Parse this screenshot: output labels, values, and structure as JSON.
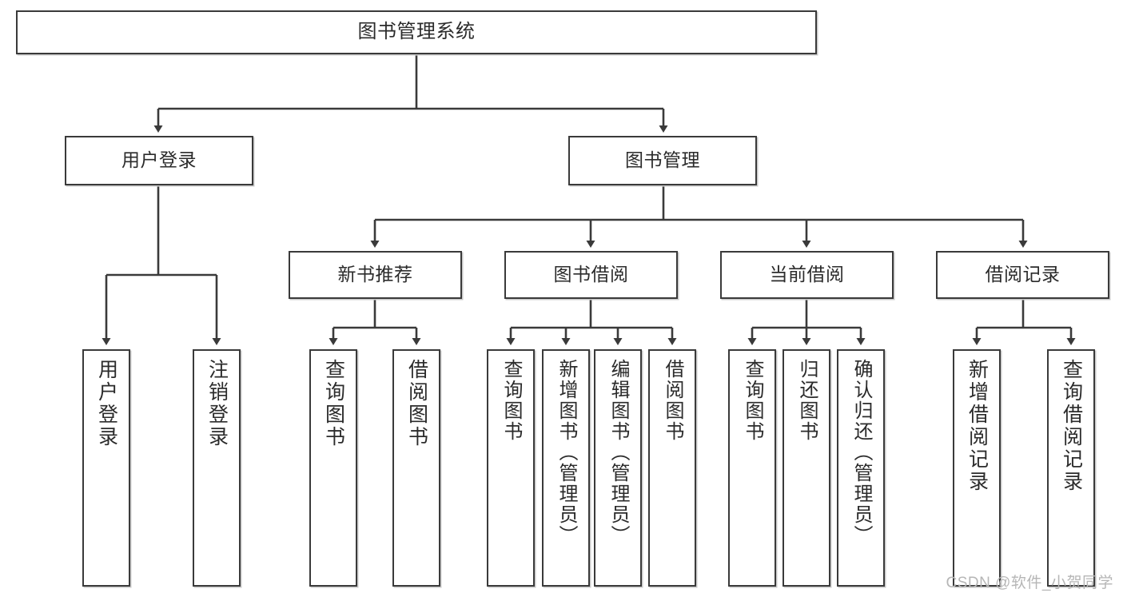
{
  "diagram": {
    "type": "tree",
    "title_node": "图书管理系统",
    "watermark": "CSDN @软件_小贺同学",
    "colors": {
      "box_border": "#3a3a3a",
      "box_fill": "#ffffff",
      "edge": "#3a3a3a",
      "text": "#2b2b2b",
      "shadow": "#c9c9c9",
      "watermark": "#b6b6b6"
    },
    "nodes": {
      "root": {
        "label": "图书管理系统",
        "orientation": "horizontal"
      },
      "level2": [
        {
          "id": "user-login",
          "label": "用户登录",
          "orientation": "horizontal"
        },
        {
          "id": "book-management",
          "label": "图书管理",
          "orientation": "horizontal"
        }
      ],
      "level3": [
        {
          "id": "new-book-recommend",
          "label": "新书推荐",
          "orientation": "horizontal"
        },
        {
          "id": "book-borrow",
          "label": "图书借阅",
          "orientation": "horizontal"
        },
        {
          "id": "current-borrow",
          "label": "当前借阅",
          "orientation": "horizontal"
        },
        {
          "id": "borrow-record",
          "label": "借阅记录",
          "orientation": "horizontal"
        }
      ],
      "leaves": [
        {
          "id": "leaf-user-login",
          "label": "用户登录",
          "parent": "user-login",
          "orientation": "vertical"
        },
        {
          "id": "leaf-logout",
          "label": "注销登录",
          "parent": "user-login",
          "orientation": "vertical"
        },
        {
          "id": "leaf-query-book-1",
          "label": "查询图书",
          "parent": "new-book-recommend",
          "orientation": "vertical"
        },
        {
          "id": "leaf-borrow-book-1",
          "label": "借阅图书",
          "parent": "new-book-recommend",
          "orientation": "vertical"
        },
        {
          "id": "leaf-query-book-2",
          "label": "查询图书",
          "parent": "book-borrow",
          "orientation": "vertical"
        },
        {
          "id": "leaf-add-book",
          "label": "新增图书（管理员）",
          "parent": "book-borrow",
          "orientation": "vertical"
        },
        {
          "id": "leaf-edit-book",
          "label": "编辑图书（管理员）",
          "parent": "book-borrow",
          "orientation": "vertical"
        },
        {
          "id": "leaf-borrow-book-2",
          "label": "借阅图书",
          "parent": "book-borrow",
          "orientation": "vertical"
        },
        {
          "id": "leaf-query-book-3",
          "label": "查询图书",
          "parent": "current-borrow",
          "orientation": "vertical"
        },
        {
          "id": "leaf-return-book",
          "label": "归还图书",
          "parent": "current-borrow",
          "orientation": "vertical"
        },
        {
          "id": "leaf-confirm-return",
          "label": "确认归还（管理员）",
          "parent": "current-borrow",
          "orientation": "vertical"
        },
        {
          "id": "leaf-add-record",
          "label": "新增借阅记录",
          "parent": "borrow-record",
          "orientation": "vertical"
        },
        {
          "id": "leaf-query-record",
          "label": "查询借阅记录",
          "parent": "borrow-record",
          "orientation": "vertical"
        }
      ]
    }
  }
}
